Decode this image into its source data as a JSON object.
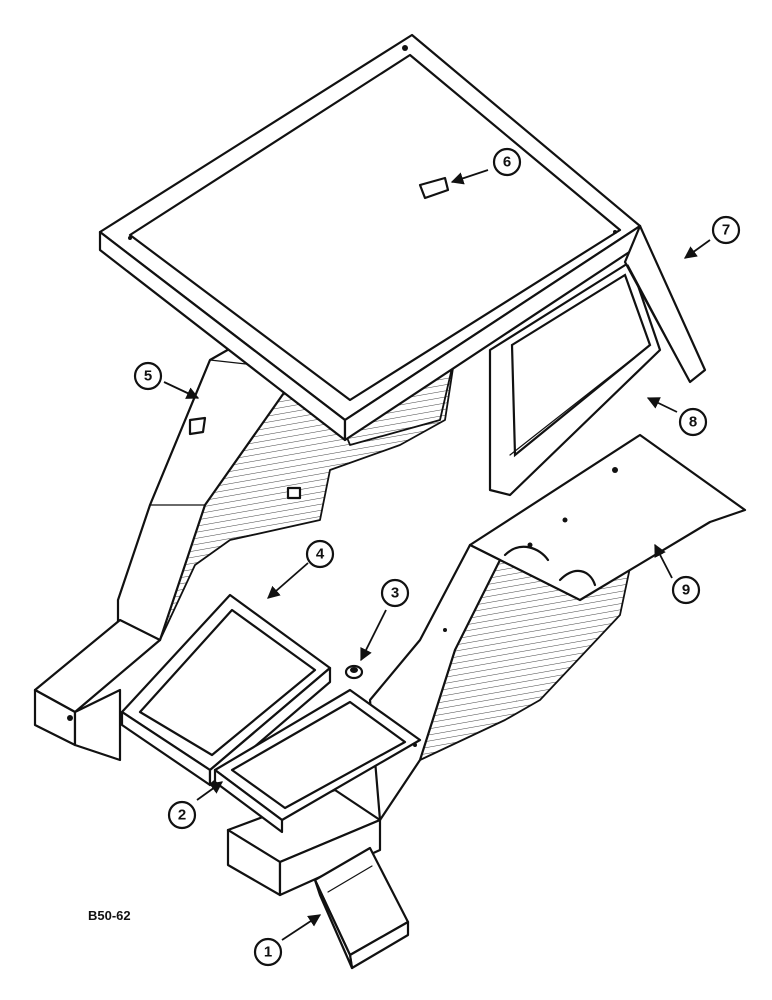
{
  "figure_id": "B50-62",
  "callouts": [
    {
      "number": "1"
    },
    {
      "number": "2"
    },
    {
      "number": "3"
    },
    {
      "number": "4"
    },
    {
      "number": "5"
    },
    {
      "number": "6"
    },
    {
      "number": "7"
    },
    {
      "number": "8"
    },
    {
      "number": "9"
    }
  ]
}
